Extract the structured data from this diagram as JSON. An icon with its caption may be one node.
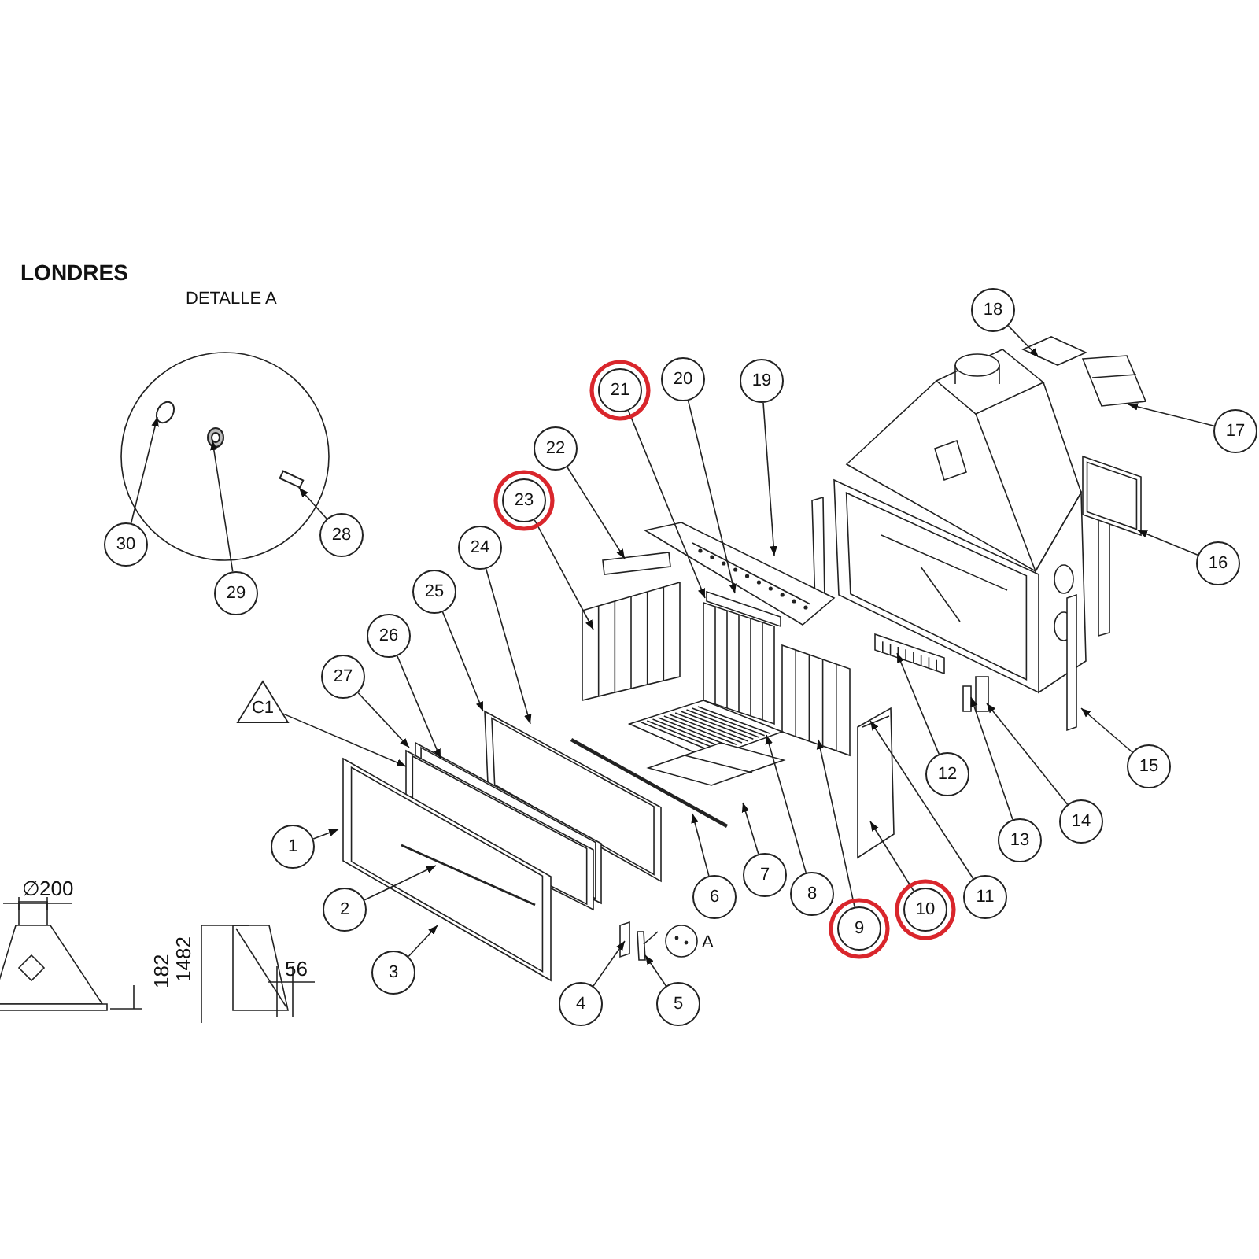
{
  "diagram": {
    "title": "LONDRES",
    "nodes": [
      {
        "text": [
          "1"
        ]
      },
      {
        "text": [
          "2"
        ]
      },
      {
        "text": [
          "3"
        ]
      },
      {
        "text": [
          "4"
        ]
      },
      {
        "text": [
          "5"
        ]
      },
      {
        "text": [
          "6"
        ]
      },
      {
        "text": [
          "7"
        ]
      },
      {
        "text": [
          "8"
        ]
      },
      {
        "text": [
          "9"
        ]
      },
      {
        "text": [
          "10"
        ]
      },
      {
        "text": [
          "11"
        ]
      },
      {
        "text": [
          "12"
        ]
      },
      {
        "text": [
          "13"
        ]
      },
      {
        "text": [
          "14"
        ]
      },
      {
        "text": [
          "15"
        ]
      },
      {
        "text": [
          "16"
        ]
      },
      {
        "text": [
          "17"
        ]
      },
      {
        "text": [
          "18"
        ]
      },
      {
        "text": [
          "19"
        ]
      },
      {
        "text": [
          "20"
        ]
      },
      {
        "text": [
          "21"
        ]
      },
      {
        "text": [
          "22"
        ]
      },
      {
        "text": [
          "23"
        ]
      },
      {
        "text": [
          "24"
        ]
      },
      {
        "text": [
          "25"
        ]
      },
      {
        "text": [
          "26"
        ]
      },
      {
        "text": [
          "27"
        ]
      },
      {
        "text": [
          "28"
        ]
      },
      {
        "text": [
          "29"
        ]
      },
      {
        "text": [
          "30"
        ]
      },
      {
        "text": [
          "C1"
        ]
      }
    ],
    "edges": [
      {
        "from": 0,
        "to": null,
        "arrow": "to"
      },
      {
        "from": 1,
        "to": null,
        "arrow": "to"
      },
      {
        "from": 2,
        "to": null,
        "arrow": "to"
      },
      {
        "from": 3,
        "to": null,
        "arrow": "to"
      },
      {
        "from": 4,
        "to": null,
        "arrow": "to"
      },
      {
        "from": 5,
        "to": null,
        "arrow": "to"
      },
      {
        "from": 6,
        "to": null,
        "arrow": "to"
      },
      {
        "from": 7,
        "to": null,
        "arrow": "to"
      },
      {
        "from": 8,
        "to": null,
        "arrow": "to"
      },
      {
        "from": 9,
        "to": null,
        "arrow": "to"
      },
      {
        "from": 10,
        "to": null,
        "arrow": "to"
      },
      {
        "from": 11,
        "to": null,
        "arrow": "to"
      },
      {
        "from": 12,
        "to": null,
        "arrow": "to"
      },
      {
        "from": 13,
        "to": null,
        "arrow": "to"
      },
      {
        "from": 14,
        "to": null,
        "arrow": "to"
      },
      {
        "from": 15,
        "to": null,
        "arrow": "to"
      },
      {
        "from": 16,
        "to": null,
        "arrow": "to"
      },
      {
        "from": 17,
        "to": null,
        "arrow": "to"
      },
      {
        "from": 18,
        "to": null,
        "arrow": "to"
      },
      {
        "from": 19,
        "to": null,
        "arrow": "to"
      },
      {
        "from": 20,
        "to": null,
        "arrow": "to"
      },
      {
        "from": 21,
        "to": null,
        "arrow": "to"
      },
      {
        "from": 22,
        "to": null,
        "arrow": "to"
      },
      {
        "from": 23,
        "to": null,
        "arrow": "to"
      },
      {
        "from": 24,
        "to": null,
        "arrow": "to"
      },
      {
        "from": 25,
        "to": null,
        "arrow": "to"
      },
      {
        "from": 26,
        "to": null,
        "arrow": "to"
      },
      {
        "from": 27,
        "to": null,
        "arrow": "to"
      },
      {
        "from": 28,
        "to": null,
        "arrow": "to"
      },
      {
        "from": 29,
        "to": null,
        "arrow": "to"
      },
      {
        "from": 30,
        "to": null,
        "arrow": "to"
      }
    ],
    "labels": [
      "DETALLE A",
      "A",
      "∅200",
      "182",
      "1482",
      "56"
    ]
  }
}
